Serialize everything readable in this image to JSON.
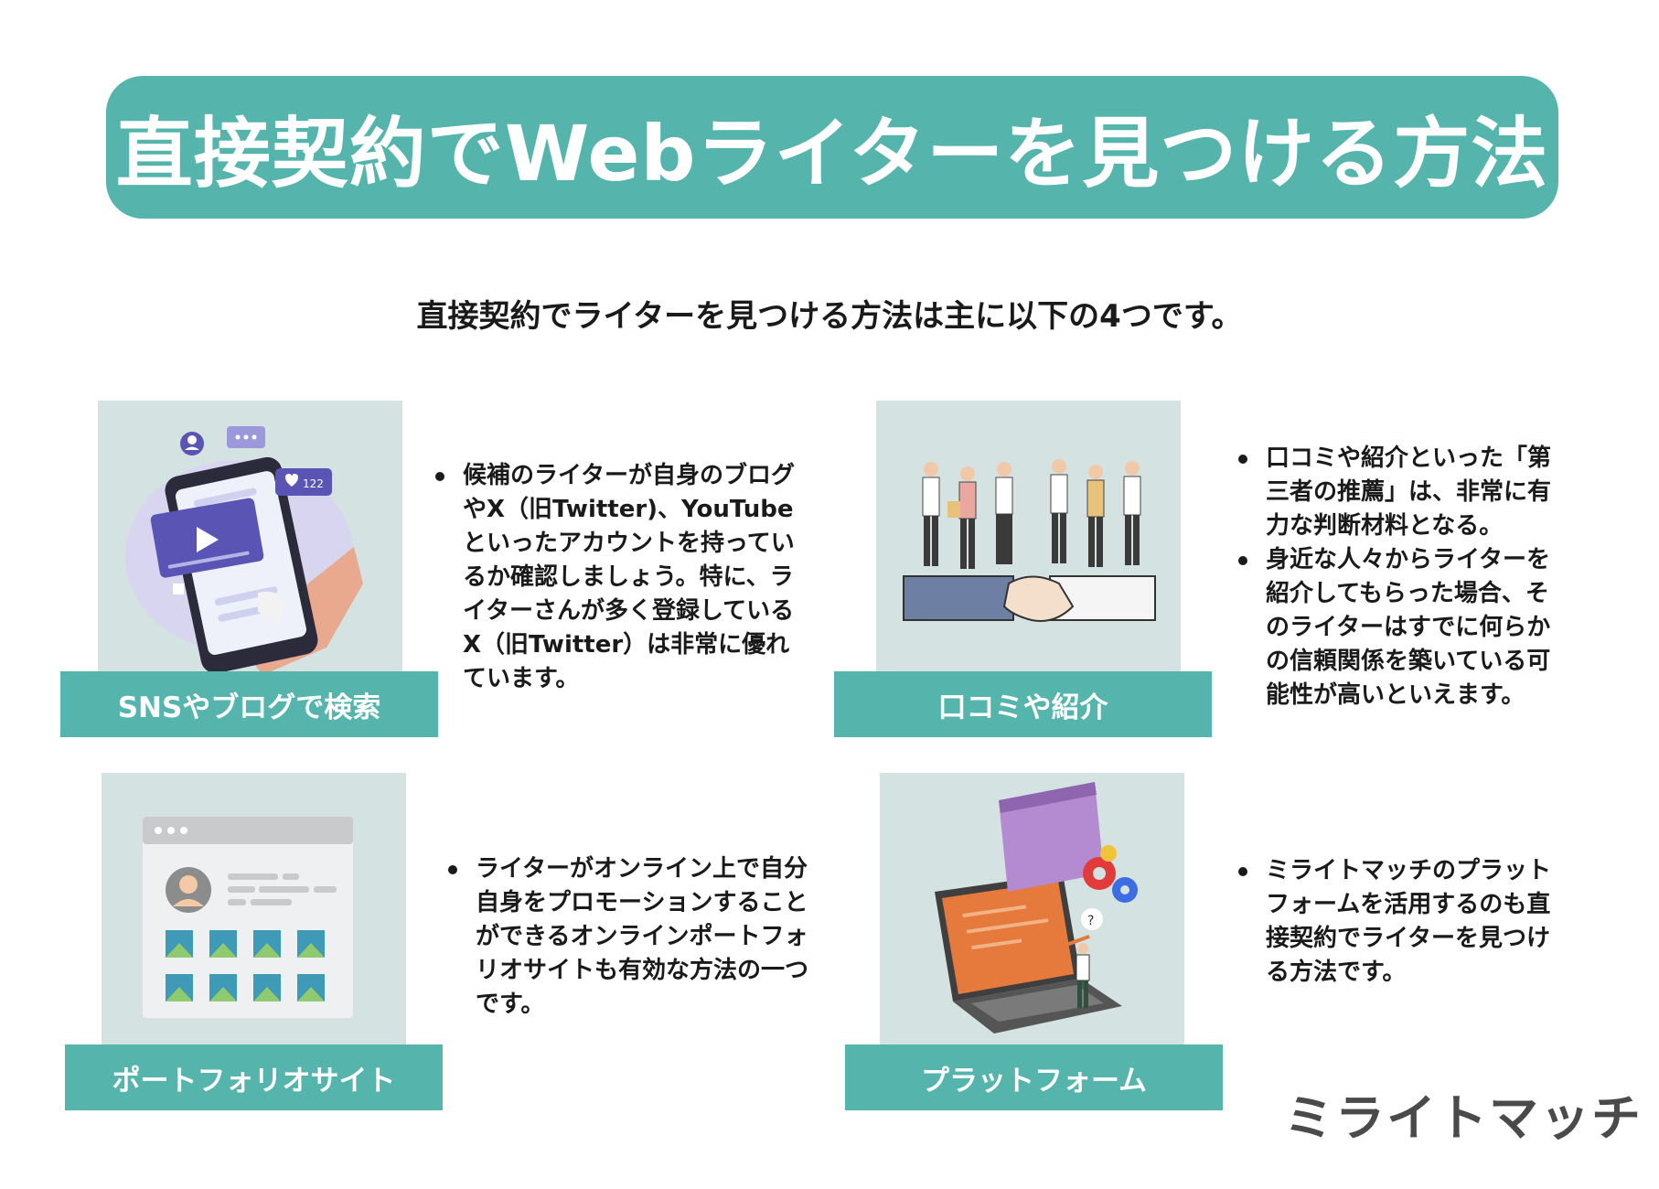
{
  "header": {
    "title": "直接契約でWebライターを見つける方法",
    "subtitle": "直接契約でライターを見つける方法は主に以下の4つです。"
  },
  "methods": [
    {
      "label": "SNSやブログで検索",
      "illustration": "smartphone-social-media-icon",
      "bullets": [
        "候補のライターが自身のブログ\nやX（旧Twitter)、YouTube\nといったアカウントを持ってい\nるか確認しましょう。特に、ラ\nイターさんが多く登録している\nX（旧Twitter）は非常に優れ\nています。"
      ],
      "badge_count": "122"
    },
    {
      "label": "口コミや紹介",
      "illustration": "handshake-people-icon",
      "bullets": [
        "口コミや紹介といった「第\n三者の推薦」は、非常に有\n力な判断材料となる。",
        "身近な人々からライターを\n紹介してもらった場合、そ\nのライターはすでに何らか\nの信頼関係を築いている可\n能性が高いといえます。"
      ]
    },
    {
      "label": "ポートフォリオサイト",
      "illustration": "portfolio-browser-icon",
      "bullets": [
        "ライターがオンライン上で自分\n自身をプロモーションすること\nができるオンラインポートフォ\nリオサイトも有効な方法の一つ\nです。"
      ]
    },
    {
      "label": "プラットフォーム",
      "illustration": "laptop-platform-icon",
      "bullets": [
        "ミライトマッチのプラット\nフォームを活用するのも直\n接契約でライターを見つけ\nる方法です。"
      ]
    }
  ],
  "brand": {
    "name": "ミライトマッチ",
    "logo": "play-triangle-logo-icon"
  },
  "colors": {
    "accent": "#55b5ad",
    "illustration_bg": "#d4e2e1",
    "text": "#1a1a1a"
  }
}
